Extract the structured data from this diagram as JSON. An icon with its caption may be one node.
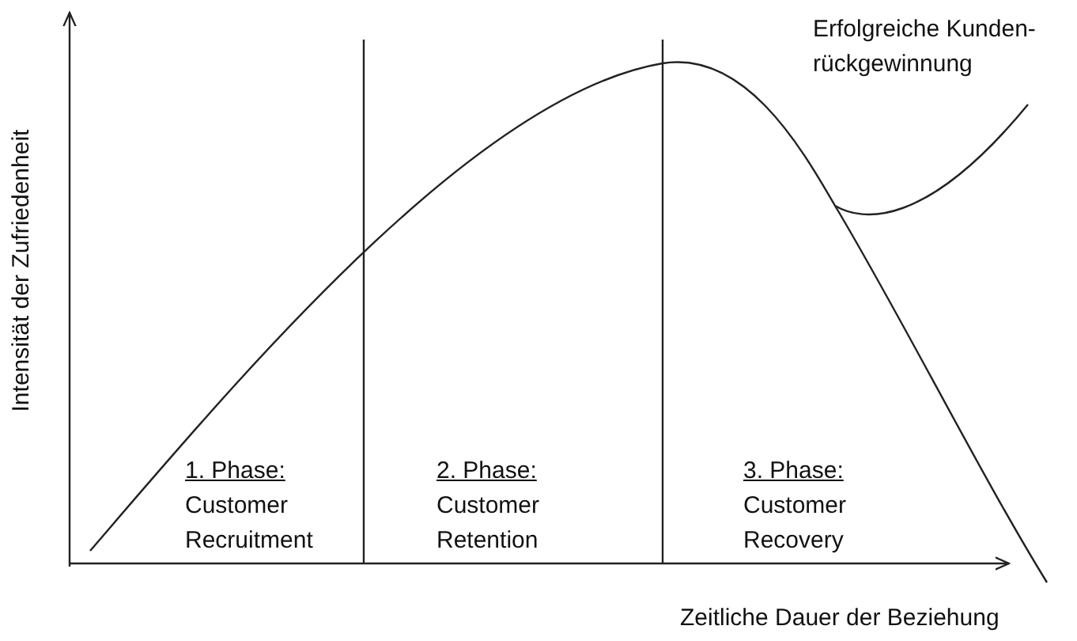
{
  "diagram": {
    "labels": [
      "Intensität der Zufriedenheit",
      "Erfolgreiche Kunden-rückgewinnung",
      "1. Phase:",
      "Customer Recruitment",
      "2. Phase:",
      "Customer Retention",
      "3. Phase:",
      "Customer Recovery",
      "Zeitliche Dauer der Beziehung"
    ]
  }
}
